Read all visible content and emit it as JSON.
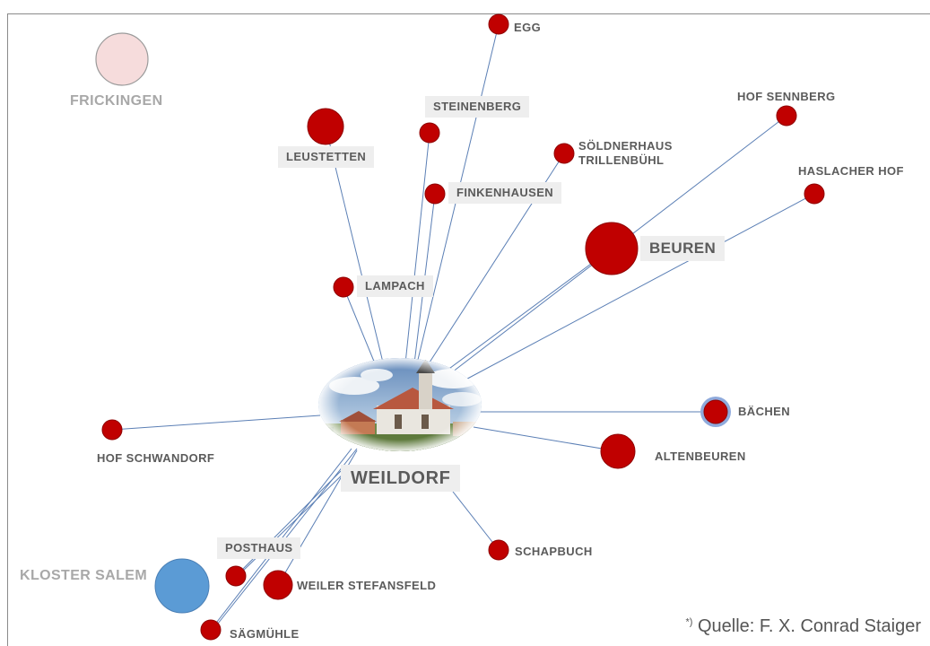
{
  "center": {
    "name": "WEILDORF",
    "photo": "church-photo"
  },
  "nodes": [
    {
      "id": "egg",
      "label": "EGG"
    },
    {
      "id": "steinenberg",
      "label": "STEINENBERG"
    },
    {
      "id": "leustetten",
      "label": "LEUSTETTEN"
    },
    {
      "id": "soeldnerhaus",
      "label": "SÖLDNERHAUS\nTRILLENBÜHL"
    },
    {
      "id": "finkenhausen",
      "label": "FINKENHAUSEN"
    },
    {
      "id": "hof-sennberg",
      "label": "HOF SENNBERG"
    },
    {
      "id": "haslacher-hof",
      "label": "HASLACHER HOF"
    },
    {
      "id": "beuren",
      "label": "BEUREN"
    },
    {
      "id": "lampach",
      "label": "LAMPACH"
    },
    {
      "id": "baechen",
      "label": "BÄCHEN"
    },
    {
      "id": "altenbeuren",
      "label": "ALTENBEUREN"
    },
    {
      "id": "hof-schwandorf",
      "label": "HOF SCHWANDORF"
    },
    {
      "id": "schapbuch",
      "label": "SCHAPBUCH"
    },
    {
      "id": "posthaus",
      "label": "POSTHAUS"
    },
    {
      "id": "weiler-stefansfeld",
      "label": "WEILER STEFANSFELD"
    },
    {
      "id": "saegmuehle",
      "label": "SÄGMÜHLE"
    }
  ],
  "unconnected": [
    {
      "id": "frickingen",
      "label": "FRICKINGEN"
    },
    {
      "id": "kloster-salem",
      "label": "KLOSTER SALEM"
    }
  ],
  "colors": {
    "node": "#c00000",
    "frickingen": "#f6dcdc",
    "salem": "#5b9bd5",
    "edge": "#5b7fb5",
    "halo": "#8faadc"
  },
  "caption": {
    "mark": "*)",
    "text": " Quelle: F. X. Conrad Staiger"
  }
}
